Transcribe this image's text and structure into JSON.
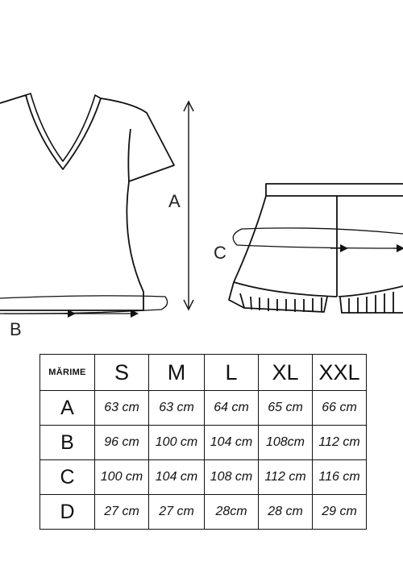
{
  "labels": {
    "a": "A",
    "b": "B",
    "c": "C"
  },
  "table": {
    "corner": "MĂRIME",
    "sizes": [
      "S",
      "M",
      "L",
      "XL",
      "XXL"
    ],
    "rows": [
      {
        "key": "A",
        "values": [
          "63 cm",
          "63 cm",
          "64 cm",
          "65 cm",
          "66 cm"
        ]
      },
      {
        "key": "B",
        "values": [
          "96 cm",
          "100 cm",
          "104 cm",
          "108cm",
          "112 cm"
        ]
      },
      {
        "key": "C",
        "values": [
          "100 cm",
          "104 cm",
          "108 cm",
          "112 cm",
          "116 cm"
        ]
      },
      {
        "key": "D",
        "values": [
          "27 cm",
          "27 cm",
          "28cm",
          "28 cm",
          "29 cm"
        ]
      }
    ]
  }
}
